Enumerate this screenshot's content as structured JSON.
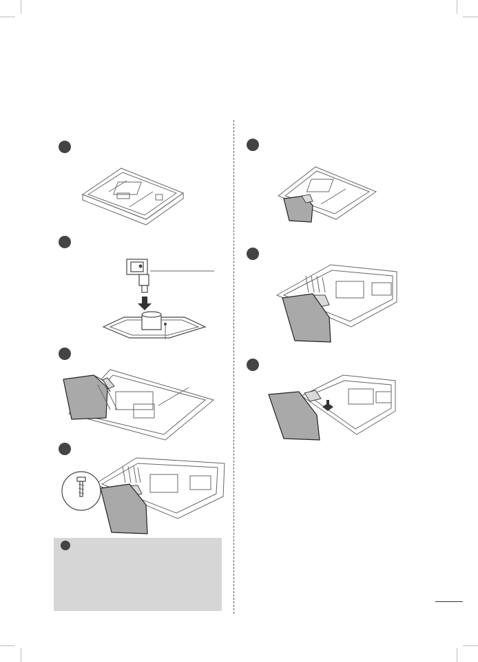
{
  "colors": {
    "bullet": "#444444",
    "note_background": "#d6d6d6",
    "stand_gray": "#a9a9a9"
  },
  "steps_left": [
    {
      "id": 1,
      "illustration": "tv-face-down"
    },
    {
      "id": 2,
      "illustration": "stand-body-onto-base"
    },
    {
      "id": 3,
      "illustration": "stand-onto-tv-back"
    },
    {
      "id": 4,
      "illustration": "screws-fasten-stand"
    }
  ],
  "steps_right": [
    {
      "id": 1,
      "illustration": "tv-with-stand-face-down"
    },
    {
      "id": 2,
      "illustration": "screws-remove-stand"
    },
    {
      "id": 3,
      "illustration": "stand-detached"
    }
  ],
  "note": {
    "icon": "note-bullet"
  }
}
